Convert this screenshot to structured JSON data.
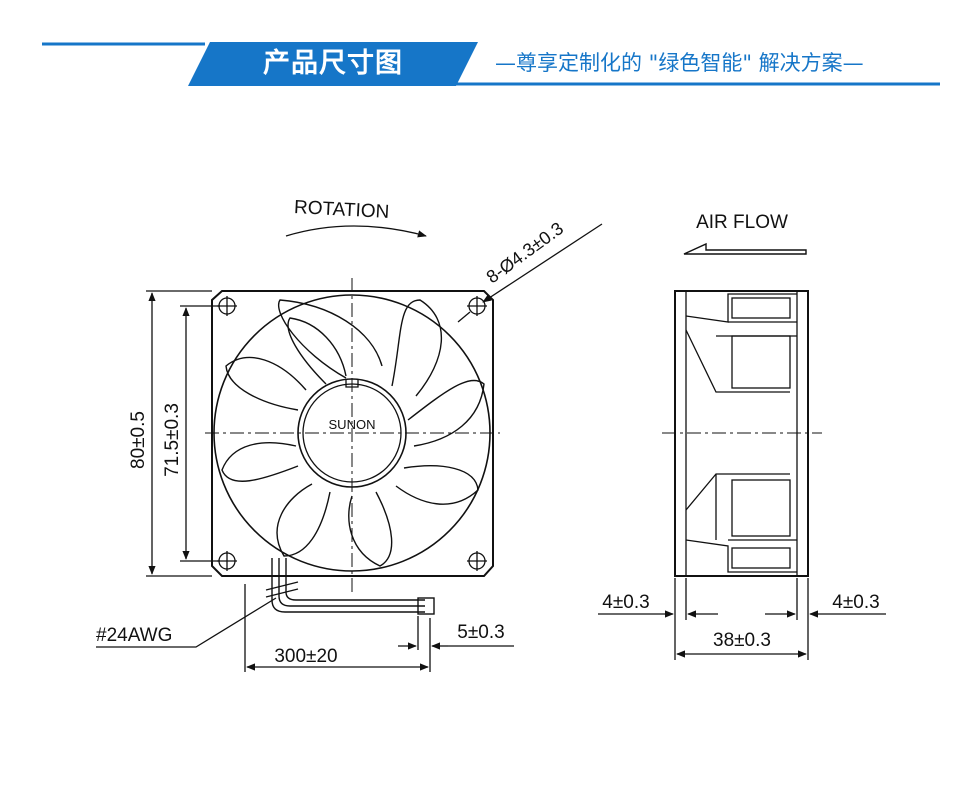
{
  "header": {
    "title": "产品尺寸图",
    "subtitle": "—尊享定制化的 \"绿色智能\" 解决方案—",
    "accent_color": "#1676c8"
  },
  "drawing": {
    "rotation_label": "ROTATION",
    "hole_label": "8-Ø4.3±0.3",
    "brand_label": "SUNON",
    "height_outer": "80±0.5",
    "height_inner": "71.5±0.3",
    "wire_gauge": "#24AWG",
    "lead_length": "300±20",
    "strip_length": "5±0.3",
    "airflow_label": "AIR FLOW",
    "flange_left": "4±0.3",
    "flange_right": "4±0.3",
    "depth": "38±0.3"
  }
}
